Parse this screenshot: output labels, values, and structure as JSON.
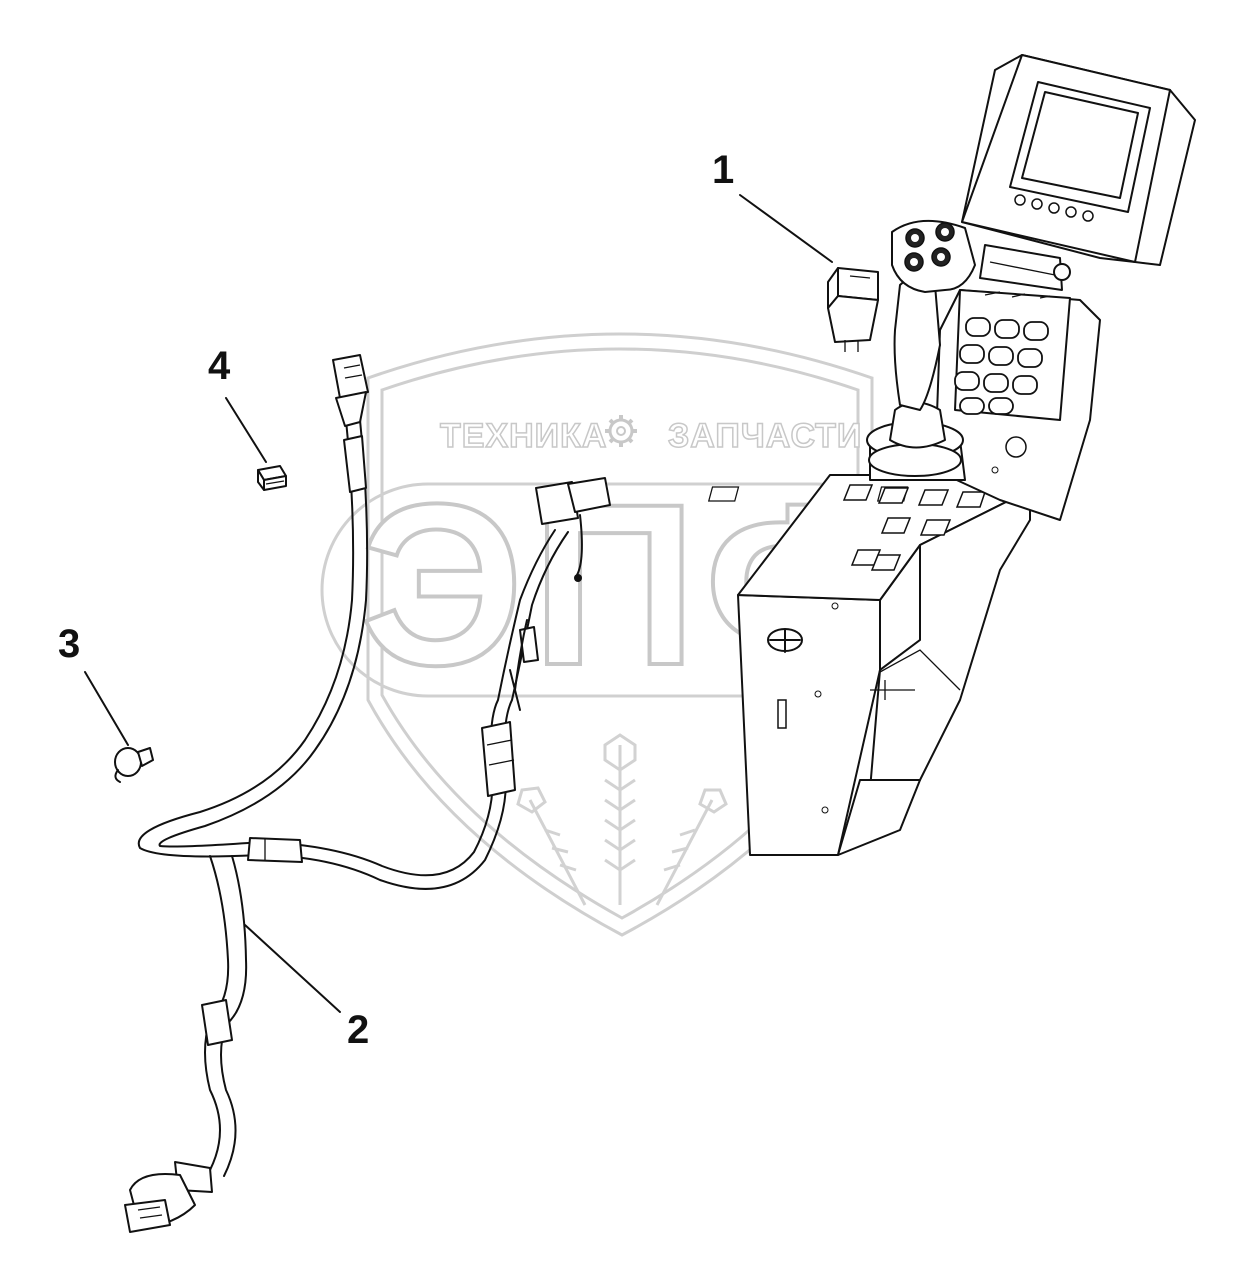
{
  "watermark": {
    "left_word": "ТЕХНИКА",
    "right_word": "ЗАПЧАСТИ",
    "monogram": "ЭПФ",
    "emblem_icon": "gear-icon"
  },
  "callouts": [
    {
      "label": "1",
      "part": "switch"
    },
    {
      "label": "2",
      "part": "wiring-harness"
    },
    {
      "label": "3",
      "part": "push-clip"
    },
    {
      "label": "4",
      "part": "connector-plug"
    }
  ]
}
